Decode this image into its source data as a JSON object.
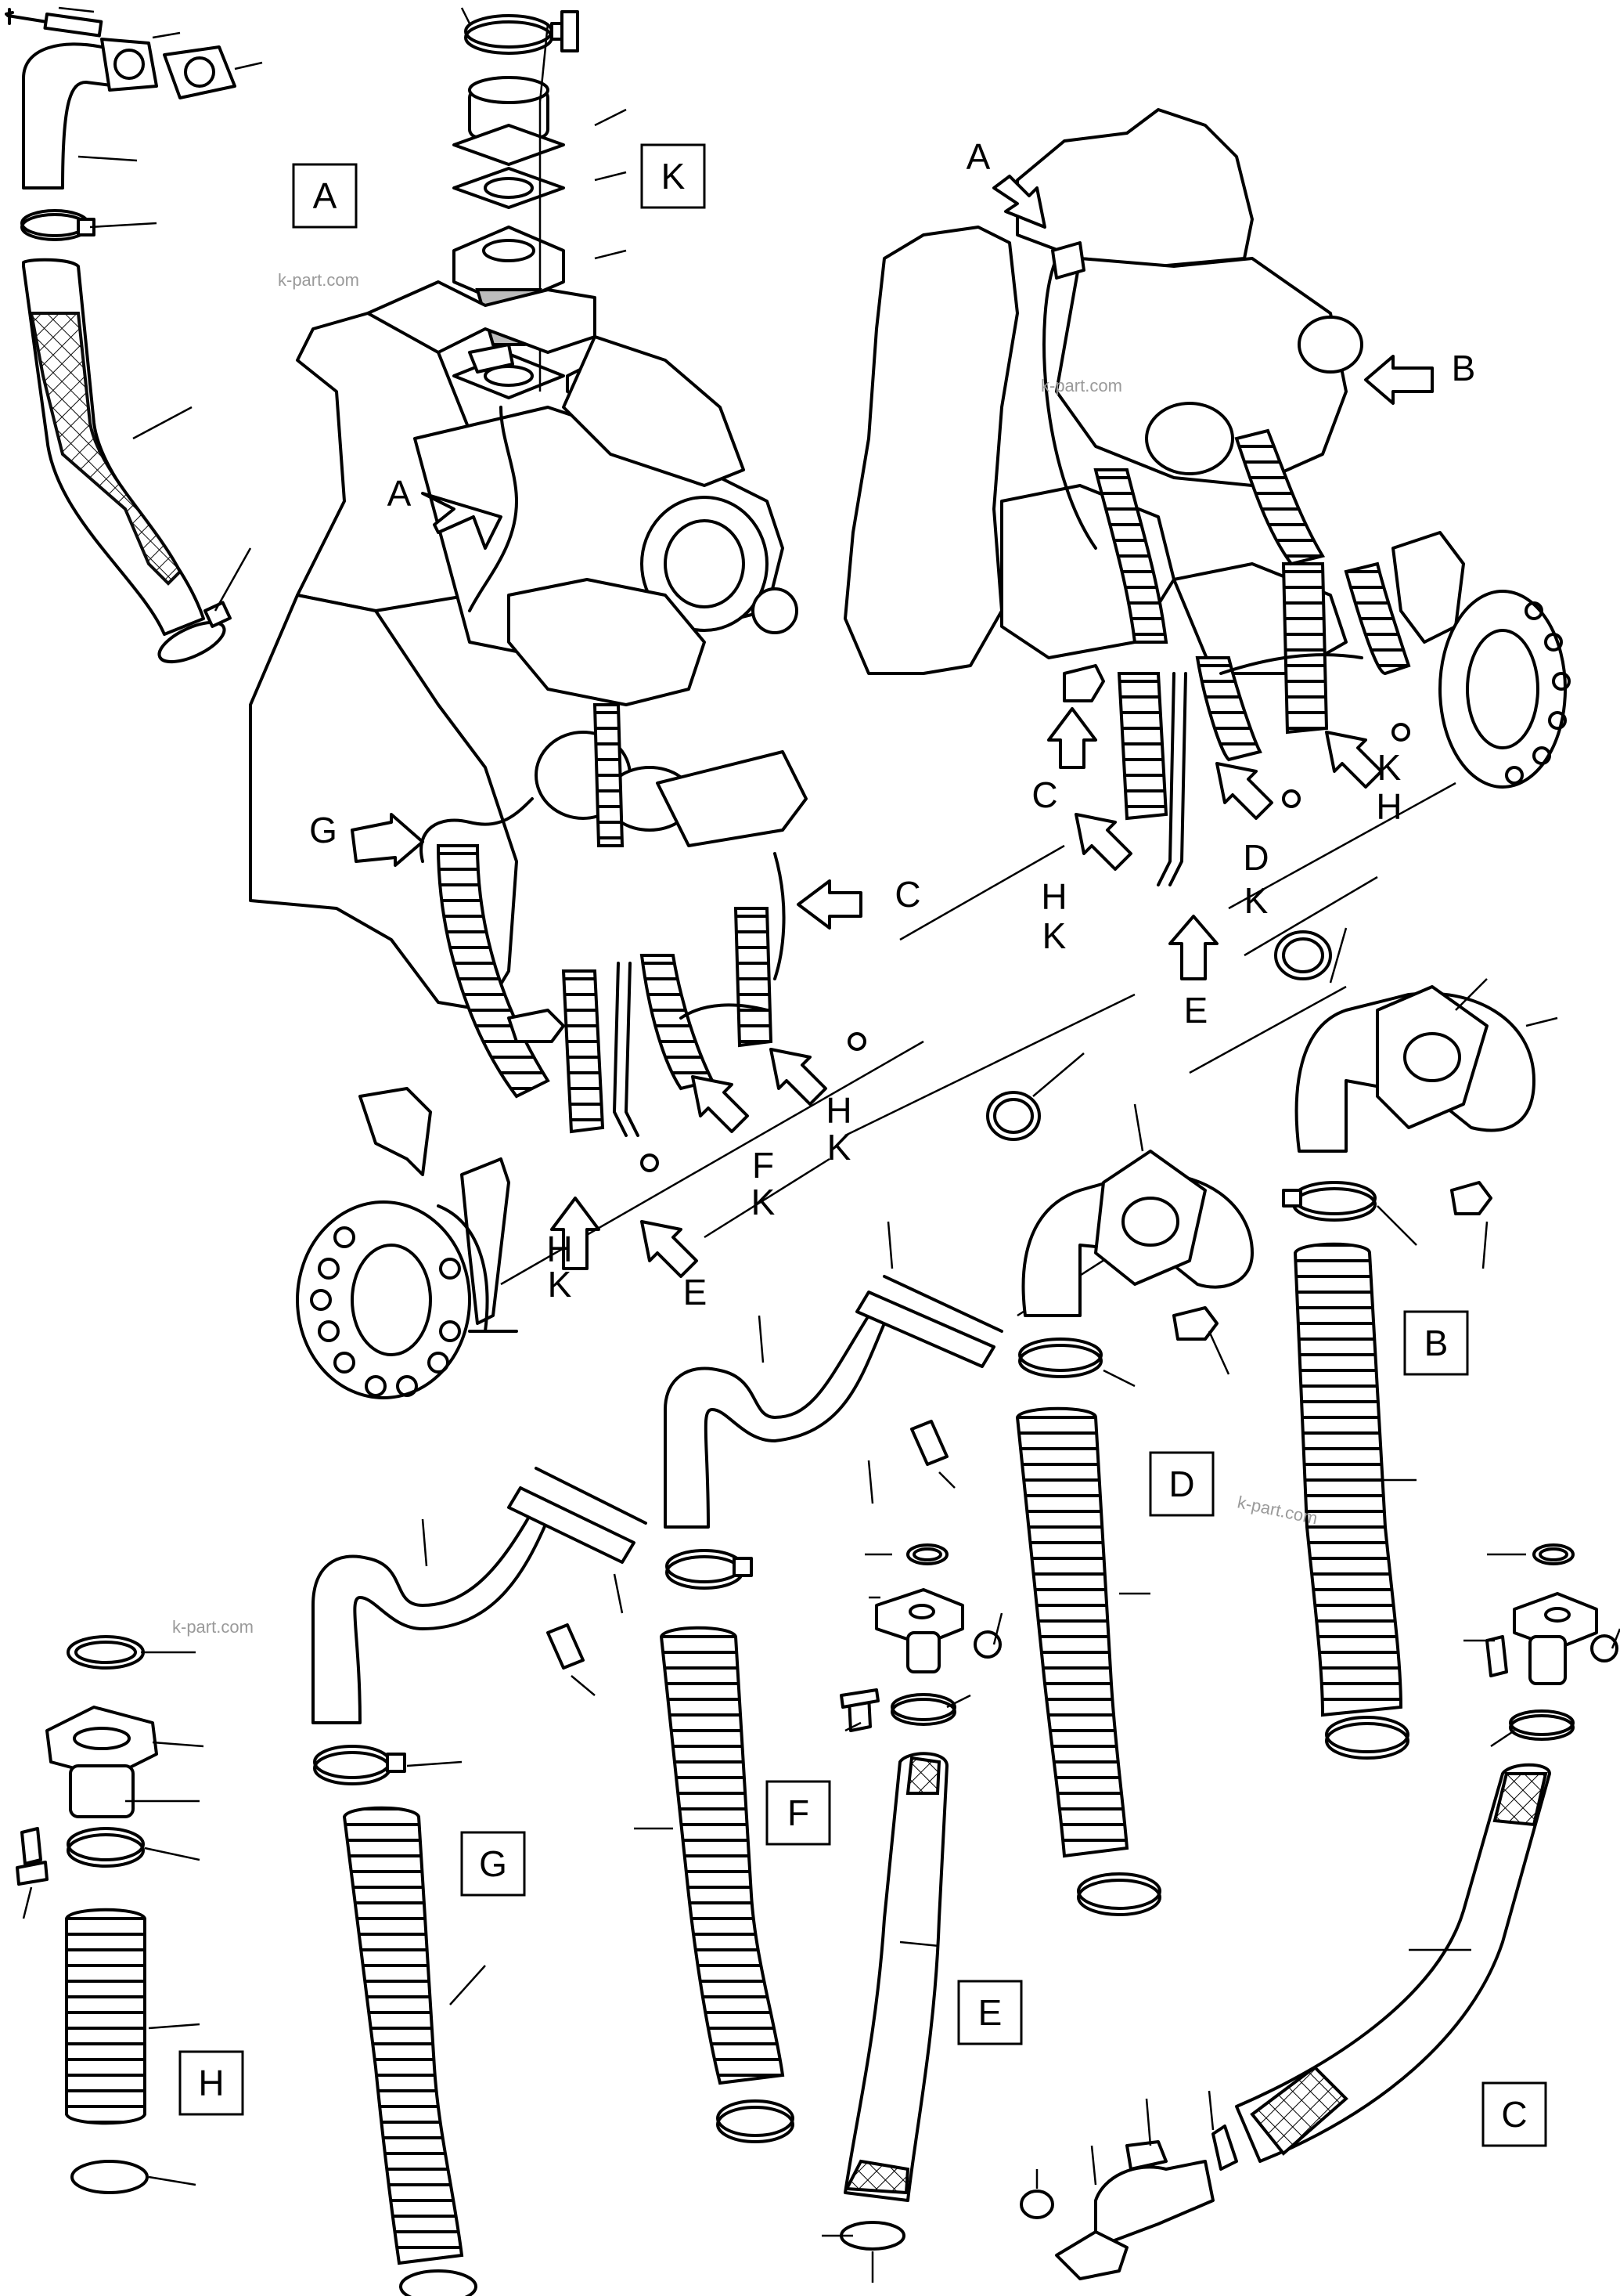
{
  "watermark": "k-part.com",
  "section_boxes": {
    "A": "A",
    "B": "B",
    "C": "C",
    "D": "D",
    "E": "E",
    "F": "F",
    "G": "G",
    "H": "H",
    "K": "K"
  },
  "callouts": {
    "left_assembly": {
      "A": "A",
      "G": "G",
      "C": "C",
      "H1": "H",
      "K1": "K",
      "H2": "H",
      "K2": "K",
      "F": "F",
      "K3": "K",
      "E": "E"
    },
    "right_assembly": {
      "A": "A",
      "B": "B",
      "C": "C",
      "D": "D",
      "K1": "K",
      "H1": "H",
      "H2": "H",
      "K2": "K",
      "K3": "K",
      "E": "E"
    }
  },
  "colors": {
    "line": "#000000",
    "background": "#ffffff",
    "watermark": "#9a9a9a"
  }
}
